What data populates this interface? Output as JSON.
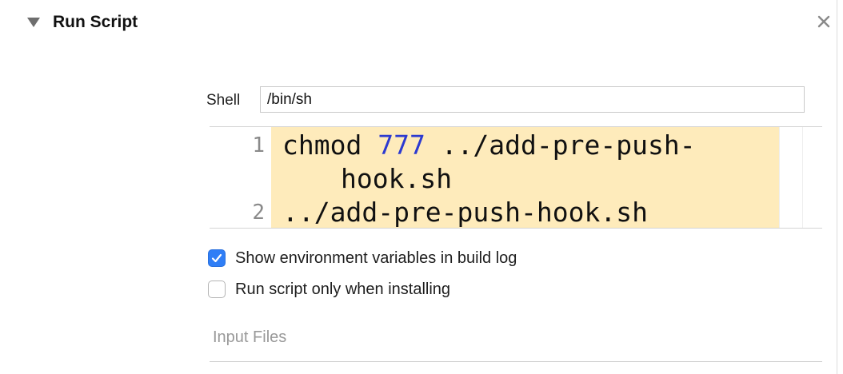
{
  "phase": {
    "title": "Run Script",
    "disclosure_icon": "triangle-down-icon",
    "close_icon": "close-icon"
  },
  "shell": {
    "label": "Shell",
    "value": "/bin/sh"
  },
  "editor": {
    "lines": [
      {
        "number": "1",
        "parts": [
          "chmod ",
          "777",
          " ../add-pre-push-"
        ],
        "wrap": "hook.sh"
      },
      {
        "number": "2",
        "text": "../add-pre-push-hook.sh"
      }
    ],
    "highlight_color": "#feebbb",
    "number_color": "#2c3ad0"
  },
  "options": {
    "show_env": {
      "label": "Show environment variables in build log",
      "checked": true
    },
    "run_only_installing": {
      "label": "Run script only when installing",
      "checked": false
    }
  },
  "input_files": {
    "label": "Input Files"
  },
  "colors": {
    "accent": "#2f7ef6"
  }
}
